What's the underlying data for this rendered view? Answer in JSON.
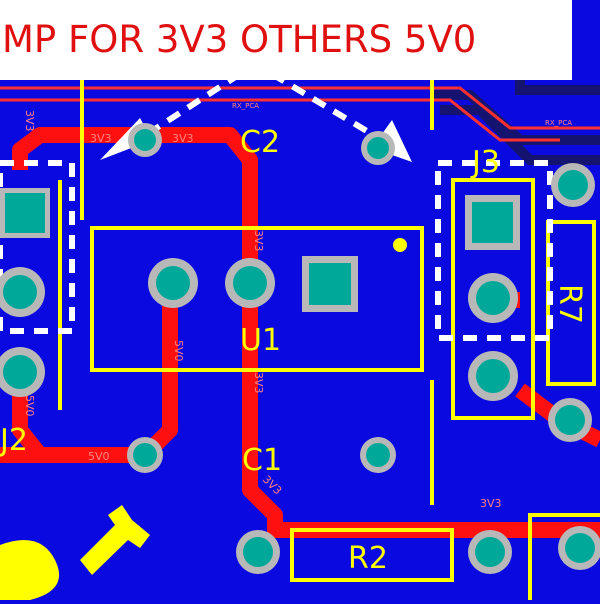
{
  "banner": {
    "text": "MP FOR 3V3 OTHERS 5V0"
  },
  "designators": {
    "c2": "C2",
    "c1": "C1",
    "u1": "U1",
    "j2": "J2",
    "j3": "J3",
    "r2": "R2",
    "r7": "R7"
  },
  "net_labels": {
    "n3v3_top_a": "3V3",
    "n3v3_top_b": "3V3",
    "n3v3_vert_a": "3V3",
    "n3v3_vert_b": "3V3",
    "n3v3_c1": "3V3",
    "n3v3_bottom": "3V3",
    "n3v3_left": "3V3",
    "n5v0_left": "5V0",
    "n5v0_bottom": "5V0",
    "n5v0_u1": "5V0",
    "rx_pca_a": "RX_PCA",
    "rx_pca_b": "RX_PCA"
  },
  "colors": {
    "board": "#0a0ae0",
    "trace": "#ff1010",
    "silk": "#ffff00",
    "pad": "#00a89a",
    "ring": "#b8b8b8",
    "marker": "#ffffff"
  }
}
